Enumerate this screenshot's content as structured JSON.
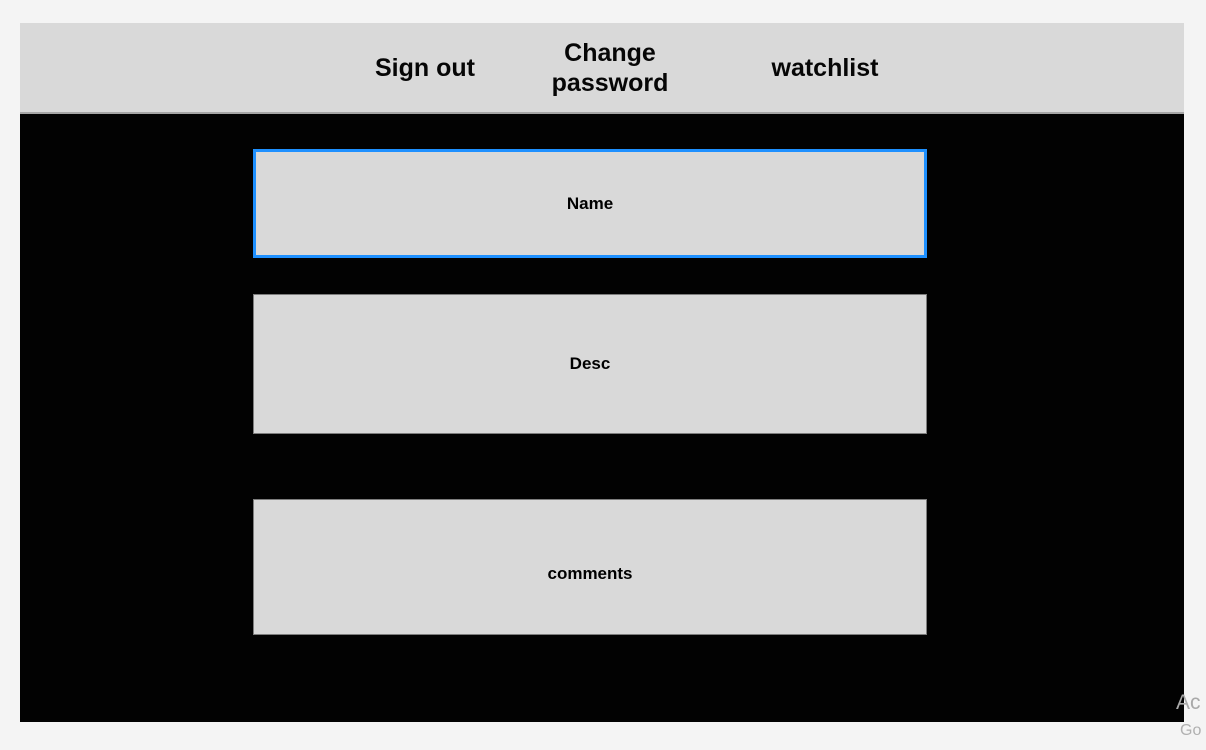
{
  "page": {
    "background": "#f4f4f4"
  },
  "header": {
    "background": "#d9d9d9",
    "text_color": "#060606",
    "items": [
      {
        "label": "Sign out"
      },
      {
        "label": "Change password"
      },
      {
        "label": "watchlist"
      }
    ]
  },
  "main": {
    "background": "#020202",
    "field_background": "#d9d9d9",
    "focus_border_color": "#1e90ff",
    "fields": [
      {
        "label": "Name",
        "focused": true
      },
      {
        "label": "Desc",
        "focused": false
      },
      {
        "label": "comments",
        "focused": false
      }
    ]
  },
  "watermark": {
    "line1": "Ac",
    "line2": "Go",
    "color": "#a9a9a9"
  }
}
